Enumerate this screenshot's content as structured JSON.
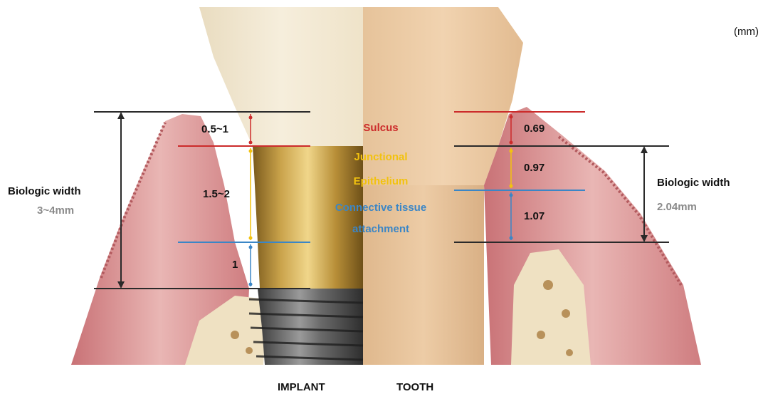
{
  "unit_label": "(mm)",
  "implant": {
    "biologic_width_label": "Biologic width",
    "biologic_width_value": "3~4mm",
    "sulcus_value": "0.5~1",
    "junctional_value": "1.5~2",
    "connective_value": "1",
    "bottom_label": "IMPLANT"
  },
  "tooth": {
    "biologic_width_label": "Biologic width",
    "biologic_width_value": "2.04mm",
    "sulcus_value": "0.69",
    "junctional_value": "0.97",
    "connective_value": "1.07",
    "bottom_label": "TOOTH"
  },
  "zones": {
    "sulcus": "Sulcus",
    "junctional_line1": "Junctional",
    "junctional_line2": "Epithelium",
    "connective_line1": "Connective tissue",
    "connective_line2": "attachment"
  },
  "colors": {
    "sulcus": "#cc2b2b",
    "junctional": "#f2c20f",
    "connective": "#3b86c6",
    "gum": "#d98f92",
    "tooth": "#e8c9a6",
    "abutment": "#c9a24a"
  }
}
